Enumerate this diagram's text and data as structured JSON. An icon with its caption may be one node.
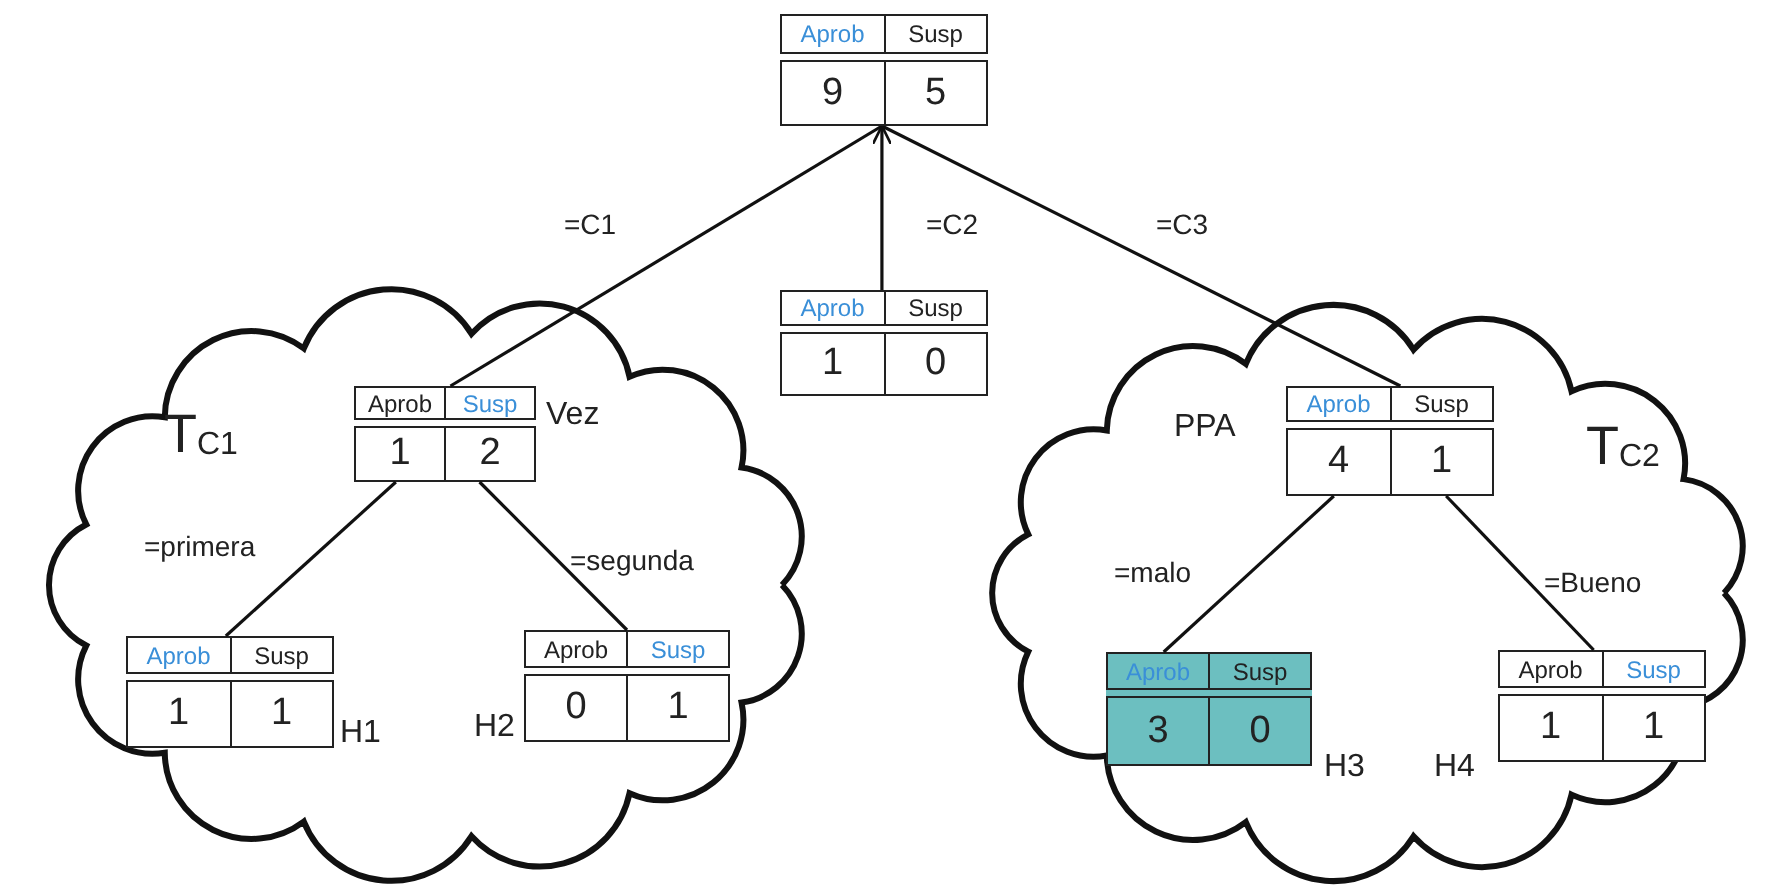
{
  "diagram": {
    "nodes": [
      {
        "text": [
          "Aprob",
          "Susp",
          "9",
          "5"
        ]
      },
      {
        "text": [
          "Aprob",
          "Susp",
          "1",
          "0"
        ]
      },
      {
        "text": [
          "T$_{C1}$"
        ]
      },
      {
        "text": [
          "Aprob",
          "Susp",
          "1",
          "2"
        ],
        "in": 2,
        "beside": [
          "Vez"
        ]
      },
      {
        "text": [
          "Aprob",
          "Susp",
          "1",
          "1"
        ],
        "in": 2,
        "beside": [
          "H1"
        ]
      },
      {
        "text": [
          "Aprob",
          "Susp",
          "0",
          "1"
        ],
        "in": 2,
        "beside": [
          "H2"
        ]
      },
      {
        "text": [
          "T$_{C2}$"
        ]
      },
      {
        "text": [
          "Aprob",
          "Susp",
          "4",
          "1"
        ],
        "in": 6,
        "beside": [
          "PPA"
        ]
      },
      {
        "text": [
          "Aprob",
          "Susp",
          "3",
          "0"
        ],
        "in": 6,
        "beside": [
          "H3"
        ]
      },
      {
        "text": [
          "Aprob",
          "Susp",
          "1",
          "1"
        ],
        "in": 6,
        "beside": [
          "H4"
        ]
      }
    ],
    "edges": [
      {
        "from": 0,
        "to": 3,
        "arrow": "none",
        "label": "=C1"
      },
      {
        "from": 1,
        "to": 0,
        "arrow": "to",
        "label": "=C2"
      },
      {
        "from": 0,
        "to": 7,
        "arrow": "none",
        "label": "=C3"
      },
      {
        "from": 3,
        "to": 4,
        "arrow": "none",
        "label": "=primera"
      },
      {
        "from": 3,
        "to": 5,
        "arrow": "none",
        "label": "=segunda"
      },
      {
        "from": 7,
        "to": 8,
        "arrow": "none",
        "label": "=malo"
      },
      {
        "from": 7,
        "to": 9,
        "arrow": "none",
        "label": "=Bueno"
      }
    ]
  }
}
